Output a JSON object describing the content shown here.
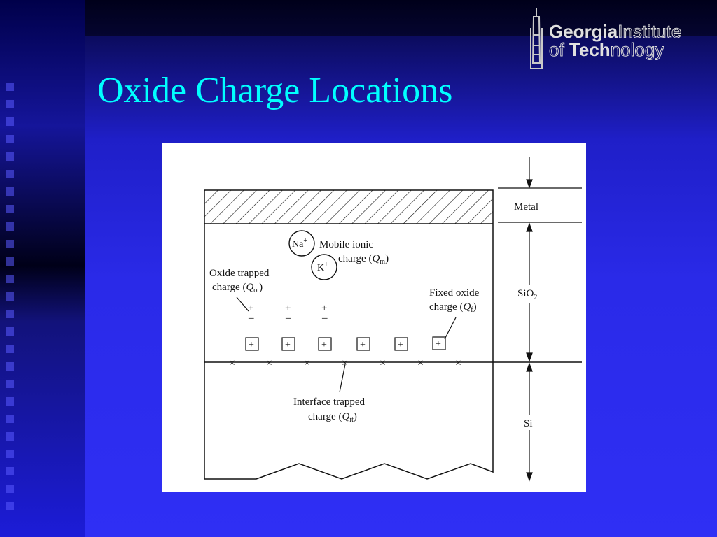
{
  "slide": {
    "title": "Oxide Charge Locations"
  },
  "logo": {
    "line1_bold": "Georgia",
    "line1_rest": "Institute",
    "line2_pre": "of ",
    "line2_bold": "Tech",
    "line2_rest": "nology"
  },
  "diagram": {
    "layers": {
      "metal": "Metal",
      "oxide": "SiO",
      "oxide_sub": "2",
      "silicon": "Si"
    },
    "mobile": {
      "ion1": "Na",
      "ion1_sup": "+",
      "ion2": "K",
      "ion2_sup": "+",
      "label_line1": "Mobile ionic",
      "label_line2_pre": "charge (",
      "label_q": "Q",
      "label_sub": "m",
      "label_post": ")"
    },
    "oxide_trapped": {
      "label_line1": "Oxide trapped",
      "label_line2_pre": "charge (",
      "label_q": "Q",
      "label_sub": "ot",
      "label_post": ")"
    },
    "fixed_oxide": {
      "label_line1": "Fixed oxide",
      "label_line2_pre": "charge (",
      "label_q": "Q",
      "label_sub": "f",
      "label_post": ")"
    },
    "interface_trapped": {
      "label_line1": "Interface trapped",
      "label_line2_pre": "charge (",
      "label_q": "Q",
      "label_sub": "it",
      "label_post": ")"
    },
    "symbols": {
      "plus": "+",
      "minus": "–",
      "cross": "×"
    }
  }
}
